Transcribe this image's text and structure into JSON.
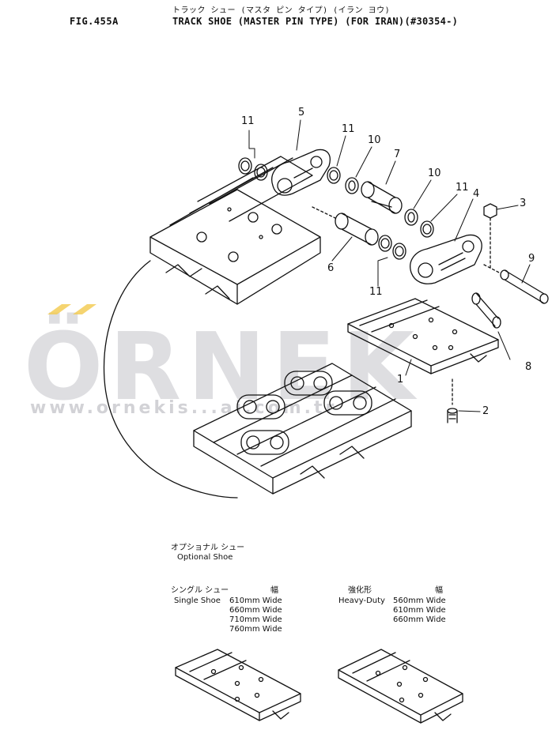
{
  "header": {
    "figure_number": "FIG.455A",
    "title_jp": "トラック シュー (マスタ ピン タイプ) (イラン ヨウ)",
    "title_en": "TRACK SHOE (MASTER PIN TYPE) (FOR IRAN)(#30354-)"
  },
  "callouts": {
    "c1": "1",
    "c2": "2",
    "c3": "3",
    "c4": "4",
    "c5": "5",
    "c6": "6",
    "c7": "7",
    "c8": "8",
    "c9": "9",
    "c10a": "10",
    "c10b": "10",
    "c11a": "11",
    "c11b": "11",
    "c11c": "11",
    "c11d": "11"
  },
  "optional": {
    "jp": "オプショナル シュー",
    "en": "Optional Shoe"
  },
  "single": {
    "jp": "シングル シュー",
    "en": "Single Shoe",
    "width_jp": "幅",
    "widths": [
      "610mm Wide",
      "660mm Wide",
      "710mm Wide",
      "760mm Wide"
    ]
  },
  "heavy": {
    "jp": "強化形",
    "en": "Heavy-Duty",
    "width_jp": "幅",
    "widths": [
      "560mm Wide",
      "610mm Wide",
      "660mm Wide"
    ]
  },
  "watermark": {
    "brand": "ÖRNEK",
    "url": "www.ornekis...ai.com.tr",
    "accent_color": "#f2c94c"
  }
}
